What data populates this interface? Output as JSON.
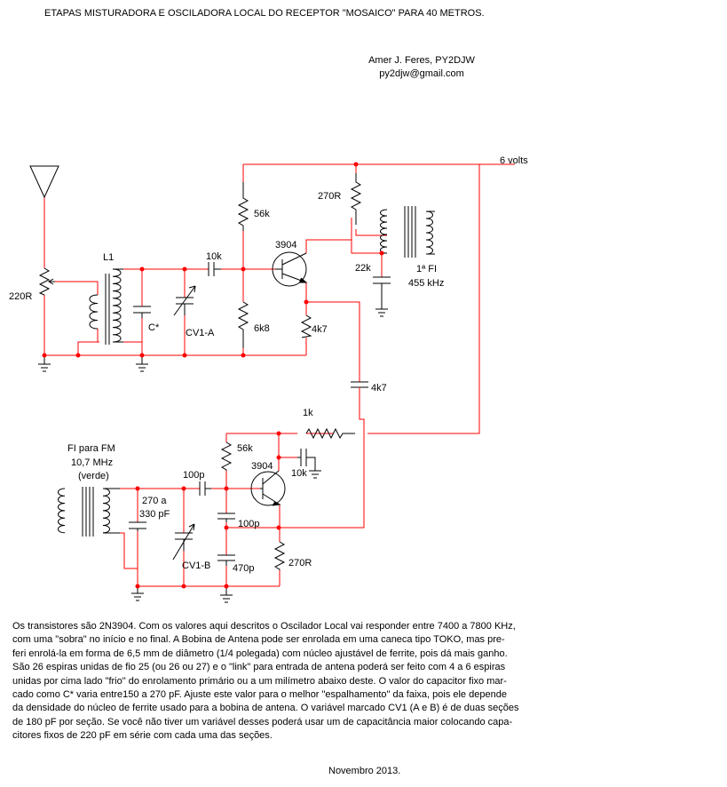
{
  "title": "ETAPAS MISTURADORA E OSCILADORA LOCAL  DO RECEPTOR \"MOSAICO\" PARA 40 METROS.",
  "author": {
    "name": "Amer J. Feres, PY2DJW",
    "email": "py2djw@gmail.com"
  },
  "colors": {
    "wire": "#ff0000",
    "component": "#000000",
    "junction": "#ff0000",
    "background": "#ffffff"
  },
  "labels": {
    "supply": "6 volts",
    "r_270_top": "270R",
    "r_56k_top": "56k",
    "q1": "3904",
    "pot_220": "220R",
    "l1": "L1",
    "c_10k_coupling": "10k",
    "c_22k": "22k",
    "if_transformer": [
      "1ª FI",
      "455 kHz"
    ],
    "c_star": "C*",
    "cv1a": "CV1-A",
    "r_6k8": "6k8",
    "r_4k7": "4k7",
    "c_4k7": "4k7",
    "r_1k": "1k",
    "r_56k_bottom": "56k",
    "c_10k_bypass": "10k",
    "q2": "3904",
    "fm_if": [
      "FI para FM",
      "10,7 MHz",
      "(verde)"
    ],
    "c_100p_coupling": "100p",
    "c_270_330": [
      "270 a",
      "330 pF"
    ],
    "c_100p_feedback": "100p",
    "cv1b": "CV1-B",
    "c_470p": "470p",
    "r_270_bottom": "270R"
  },
  "description": [
    "Os transistores são 2N3904.  Com os valores aqui descritos o Oscilador Local vai responder entre 7400 a 7800 KHz,",
    "com uma \"sobra\"  no início e no final.  A Bobina de Antena pode ser enrolada em uma caneca tipo TOKO,  mas pre-",
    "feri enrolá-la em forma de 6,5 mm de diâmetro (1/4 polegada) com núcleo ajustável de ferrite, pois dá mais ganho.",
    "São 26 espiras unidas de fio 25 (ou 26 ou 27)  e  o \"link\" para entrada de antena poderá ser feito com 4 a 6 espiras",
    "unidas por cima  lado \"frio\" do enrolamento primário ou a um milímetro abaixo deste.  O valor do capacitor fixo mar-",
    "cado como  C*  varia entre150 a 270 pF.  Ajuste este valor para o melhor \"espalhamento\" da faixa, pois ele depende",
    "da densidade do núcleo de ferrite usado para a bobina de antena.  O variável marcado CV1  (A e B) é de duas seções",
    "de 180 pF por seção. Se você não tiver um variável desses poderá usar um de capacitância maior colocando capa-",
    "citores fixos de 220 pF em série com cada uma das seções."
  ],
  "date": "Novembro 2013."
}
